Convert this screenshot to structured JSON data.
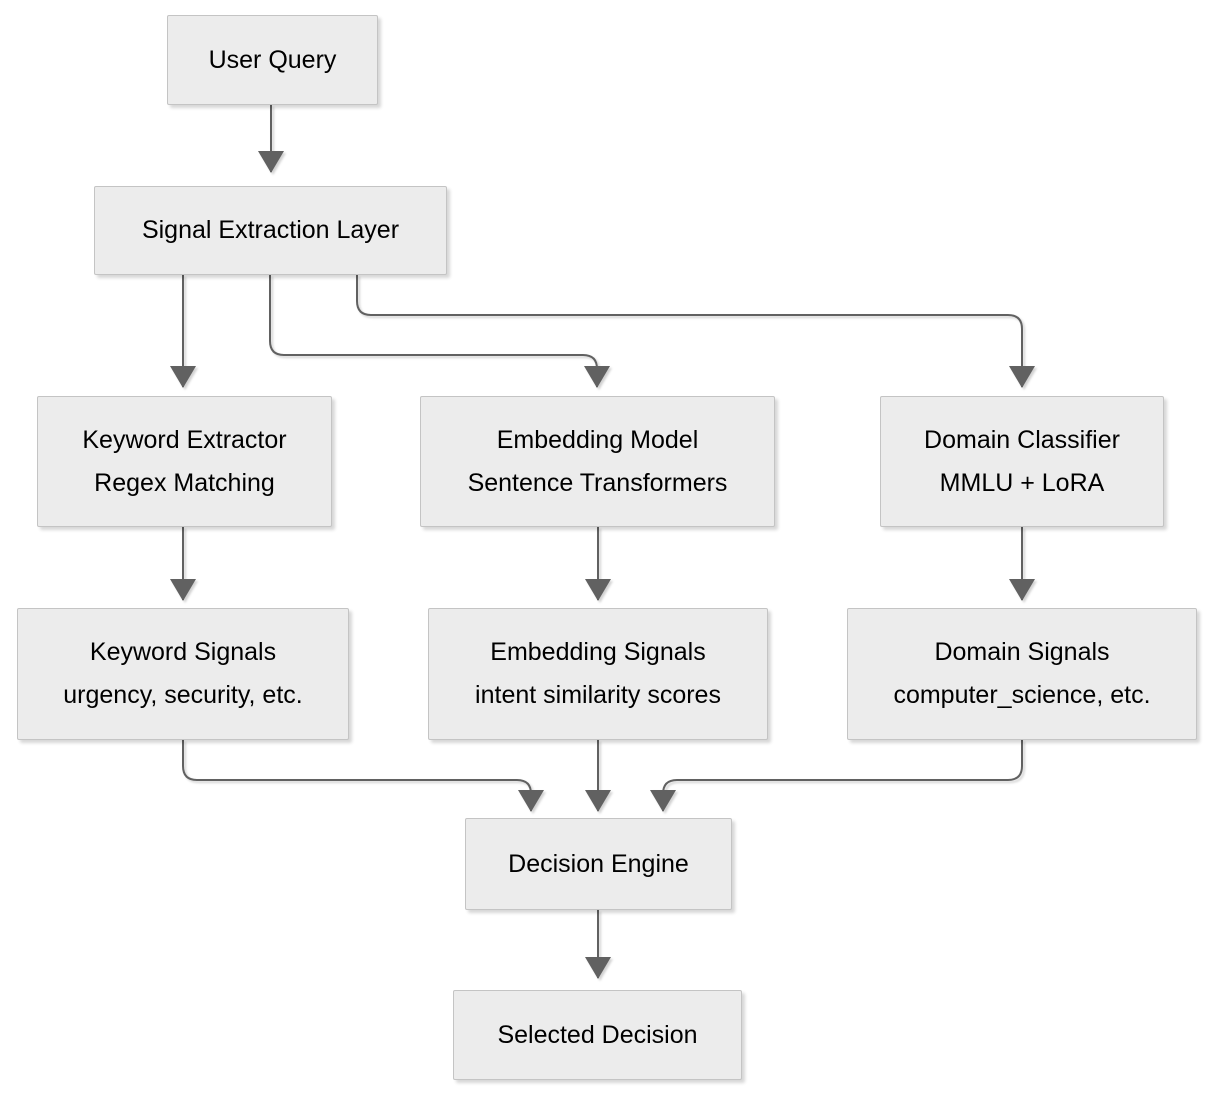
{
  "diagram_type": "flowchart",
  "nodes": {
    "user_query": {
      "label": "User Query"
    },
    "signal_extraction": {
      "label": "Signal Extraction Layer"
    },
    "keyword_extractor": {
      "label": "Keyword Extractor",
      "sublabel": "Regex Matching"
    },
    "embedding_model": {
      "label": "Embedding Model",
      "sublabel": "Sentence Transformers"
    },
    "domain_classifier": {
      "label": "Domain Classifier",
      "sublabel": "MMLU + LoRA"
    },
    "keyword_signals": {
      "label": "Keyword Signals",
      "sublabel": "urgency, security, etc."
    },
    "embedding_signals": {
      "label": "Embedding Signals",
      "sublabel": "intent similarity scores"
    },
    "domain_signals": {
      "label": "Domain Signals",
      "sublabel": "computer_science, etc."
    },
    "decision_engine": {
      "label": "Decision Engine"
    },
    "selected_decision": {
      "label": "Selected Decision"
    }
  },
  "edges": [
    {
      "from": "user_query",
      "to": "signal_extraction"
    },
    {
      "from": "signal_extraction",
      "to": "keyword_extractor"
    },
    {
      "from": "signal_extraction",
      "to": "embedding_model"
    },
    {
      "from": "signal_extraction",
      "to": "domain_classifier"
    },
    {
      "from": "keyword_extractor",
      "to": "keyword_signals"
    },
    {
      "from": "embedding_model",
      "to": "embedding_signals"
    },
    {
      "from": "domain_classifier",
      "to": "domain_signals"
    },
    {
      "from": "keyword_signals",
      "to": "decision_engine"
    },
    {
      "from": "embedding_signals",
      "to": "decision_engine"
    },
    {
      "from": "domain_signals",
      "to": "decision_engine"
    },
    {
      "from": "decision_engine",
      "to": "selected_decision"
    }
  ],
  "colors": {
    "node_fill": "#ececec",
    "node_border": "#c4c4c4",
    "edge": "#616161",
    "text": "#000000",
    "background": "#ffffff"
  }
}
